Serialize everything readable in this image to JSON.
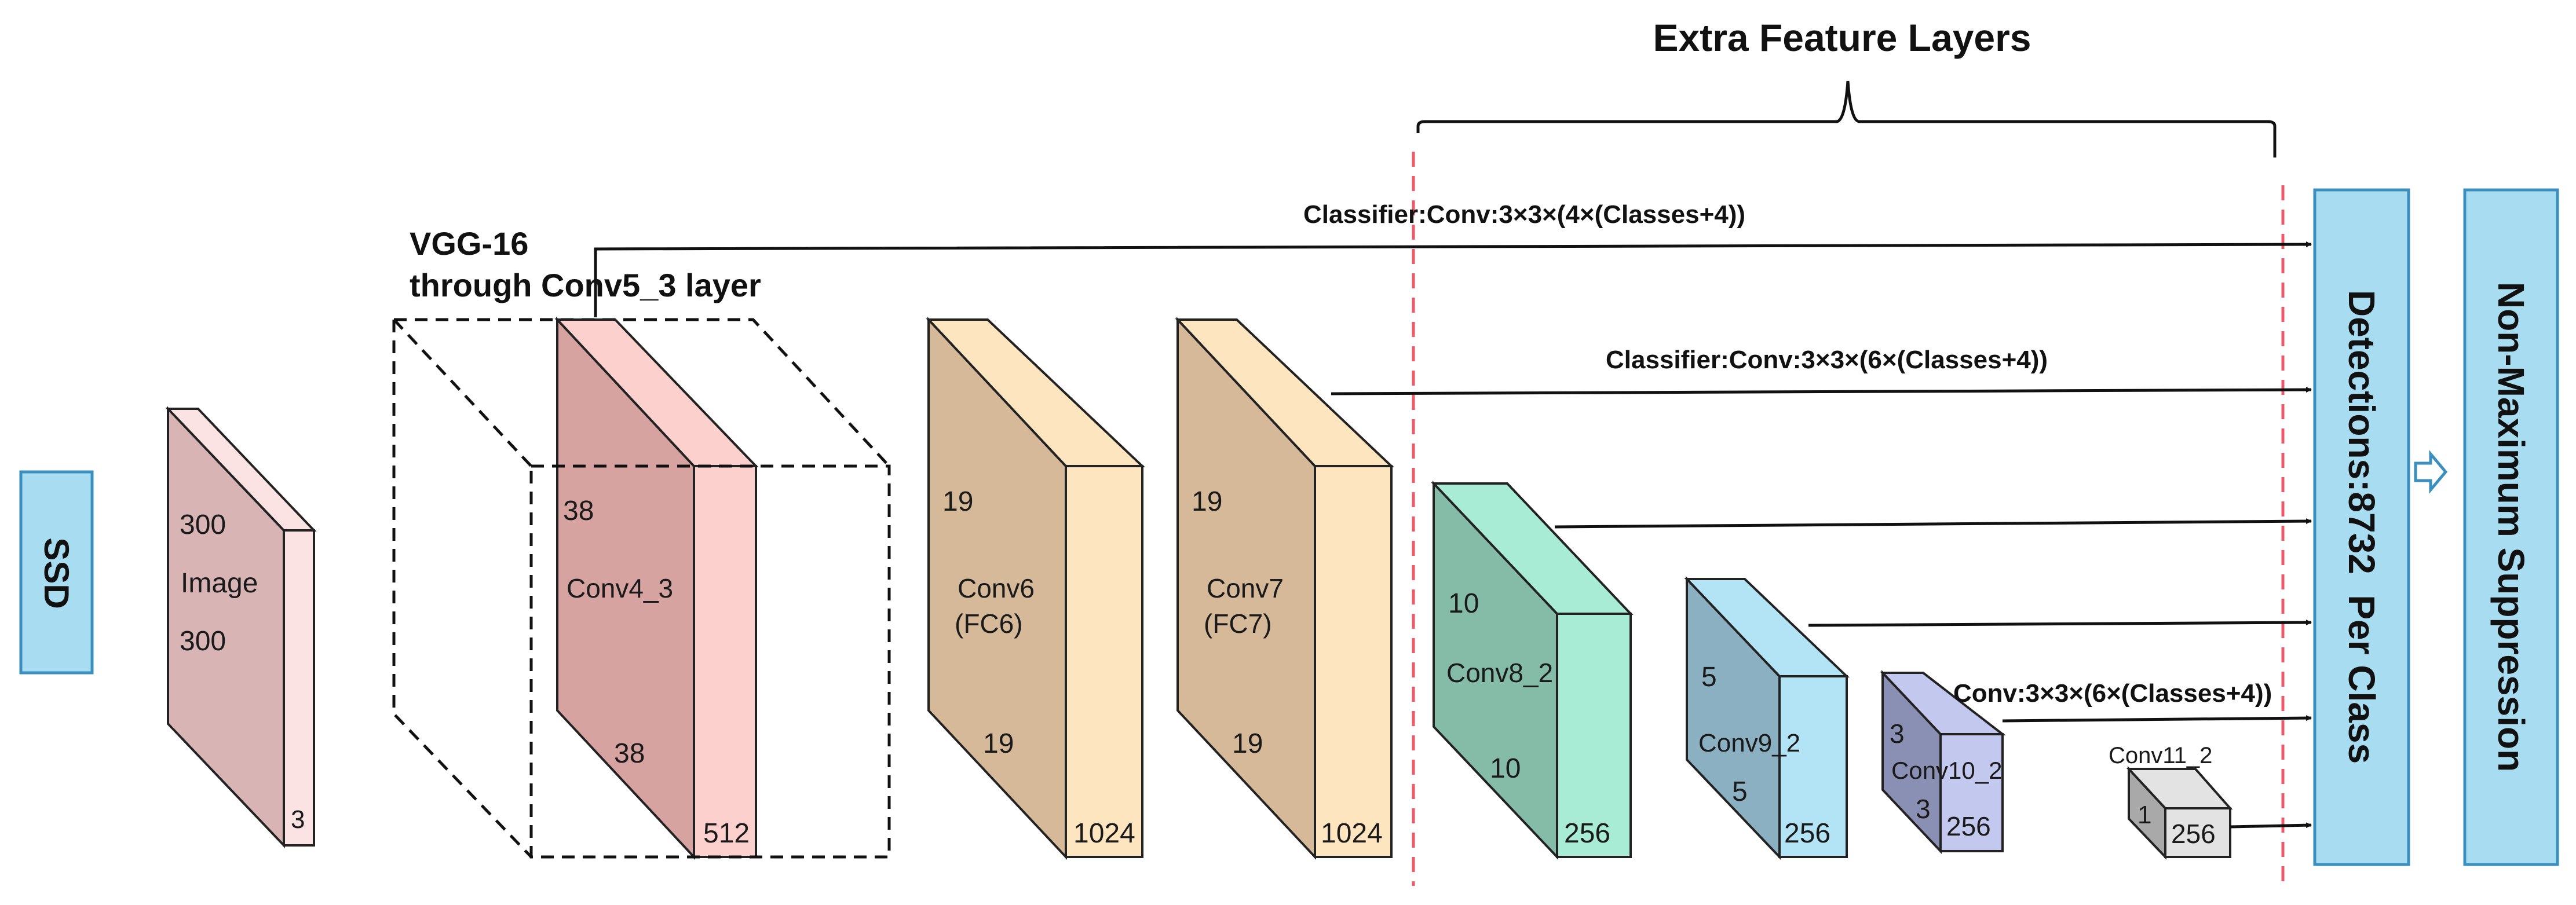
{
  "title": "Extra Feature Layers",
  "vgg_label_line1": "VGG-16",
  "vgg_label_line2": "through Conv5_3 layer",
  "ssd_label": "SSD",
  "detections_label": "Detections:8732  Per Class",
  "nms_label": "Non-Maximum Suppression",
  "classifier_1": "Classifier:Conv:3×3×(4×(Classes+4))",
  "classifier_2": "Classifier:Conv:3×3×(6×(Classes+4))",
  "classifier_3": "Conv:3×3×(6×(Classes+4))",
  "layers": [
    {
      "id": "image",
      "name": "Image",
      "top_dim": "300",
      "bottom_dim": "300",
      "channels": "3"
    },
    {
      "id": "conv4_3",
      "name": "Conv4_3",
      "top_dim": "38",
      "bottom_dim": "38",
      "channels": "512"
    },
    {
      "id": "conv6",
      "name": "Conv6",
      "name2": "(FC6)",
      "top_dim": "19",
      "bottom_dim": "19",
      "channels": "1024"
    },
    {
      "id": "conv7",
      "name": "Conv7",
      "name2": "(FC7)",
      "top_dim": "19",
      "bottom_dim": "19",
      "channels": "1024"
    },
    {
      "id": "conv8_2",
      "name": "Conv8_2",
      "top_dim": "10",
      "bottom_dim": "10",
      "channels": "256"
    },
    {
      "id": "conv9_2",
      "name": "Conv9_2",
      "top_dim": "5",
      "bottom_dim": "5",
      "channels": "256"
    },
    {
      "id": "conv10_2",
      "name": "Conv10_2",
      "top_dim": "3",
      "bottom_dim": "3",
      "channels": "256"
    },
    {
      "id": "conv11_2",
      "name": "Conv11_2",
      "top_dim": "1",
      "channels": "256"
    }
  ],
  "colors": {
    "image_front": "#d8b4b4",
    "image_side": "#fbe3e3",
    "conv4_front": "#d6a3a0",
    "conv4_side": "#fcd0cc",
    "conv67_front": "#d6b998",
    "conv67_side": "#fde5c0",
    "conv8_front": "#84bca8",
    "conv8_side": "#a8ecd6",
    "conv9_front": "#8ab0c2",
    "conv9_side": "#b2e4f6",
    "conv10_front": "#8a90b4",
    "conv10_side": "#c2c8ee",
    "conv11_front": "#a9a9a9",
    "conv11_side": "#e3e3e3",
    "box_fill": "#a8dcf0",
    "box_stroke": "#3b8fbf",
    "dashed_red": "#ec5a6a"
  }
}
